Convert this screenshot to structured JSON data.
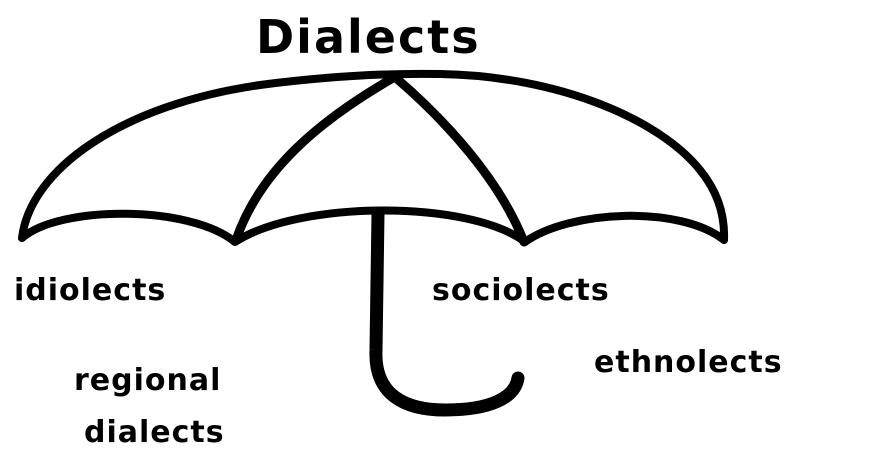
{
  "diagram": {
    "title": "Dialects",
    "labels": {
      "idiolects": "idiolects",
      "sociolects": "sociolects",
      "ethnolects": "ethnolects",
      "regional_dialects_line1": "regional",
      "regional_dialects_line2": "dialects"
    },
    "ink_color": "#000000",
    "background": "#ffffff"
  }
}
